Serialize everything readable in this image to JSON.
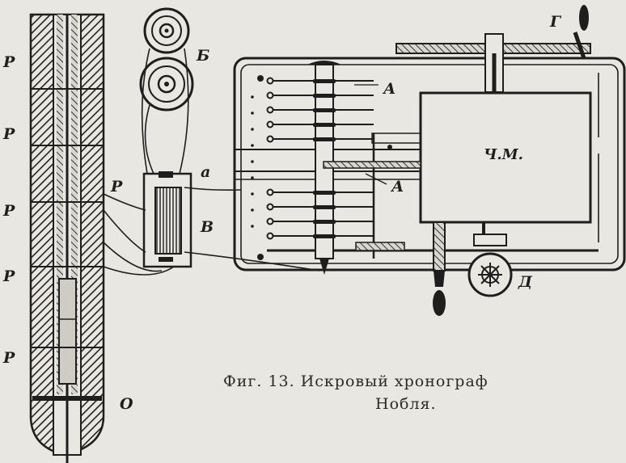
{
  "labels": {
    "p": "P",
    "o": "O",
    "b_cyr": "Б",
    "a_small": "a",
    "v_cyr": "В",
    "a_cyr": "А",
    "g_cyr": "Г",
    "d_cyr": "Д",
    "chm": "Ч.М."
  },
  "caption": {
    "line1": "Фиг. 13. Искровый хронограф",
    "line2": "Нобля."
  }
}
